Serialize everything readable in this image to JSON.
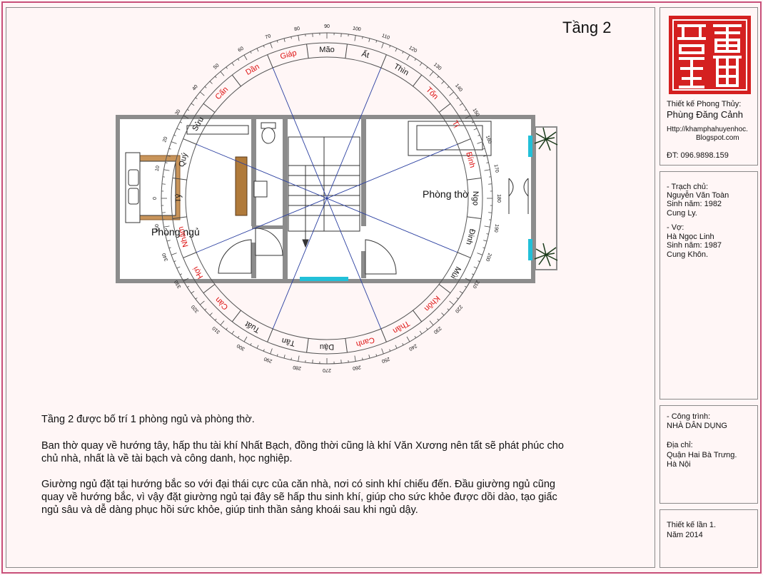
{
  "floor_title": "Tầng 2",
  "designer": {
    "label": "Thiết kế Phong Thủy:",
    "name": "Phùng Đăng Cảnh",
    "url_line1": "Http://khamphahuyenhoc.",
    "url_line2": "Blogspot.com",
    "phone": "ĐT: 096.9898.159"
  },
  "owner": {
    "owner_label": "- Trạch chủ:",
    "owner_name": "Nguyễn Văn Toàn",
    "owner_birth": "Sinh năm: 1982",
    "owner_palace": "Cung Ly.",
    "wife_label": "- Vợ:",
    "wife_name": "Hà Ngọc Linh",
    "wife_birth": "Sinh năm: 1987",
    "wife_palace": "Cung Khôn."
  },
  "project": {
    "label": "- Công trình:",
    "name": "NHÀ DÂN DỤNG",
    "address_label": "Địa chỉ:",
    "address_line1": "Quận Hai Bà Trưng.",
    "address_line2": "Hà Nội"
  },
  "design": {
    "version": "Thiết kế lần 1.",
    "year": "Năm 2014"
  },
  "rooms": {
    "bedroom": "Phòng ngủ",
    "altar_room": "Phòng thờ"
  },
  "compass": {
    "mountains": [
      "Mão",
      "Ất",
      "Thìn",
      "Tốn",
      "Tị",
      "Bính",
      "Ngọ",
      "Đinh",
      "Mùi",
      "Khôn",
      "Thân",
      "Canh",
      "Dậu",
      "Tân",
      "Tuất",
      "Càn",
      "Hợi",
      "Nhâm",
      "Tý",
      "Quý",
      "Sửu",
      "Cấn",
      "Dần",
      "Giáp"
    ],
    "mountain_colors": [
      "#111111",
      "#111111",
      "#111111",
      "#dd1111",
      "#dd1111",
      "#dd1111",
      "#111111",
      "#111111",
      "#111111",
      "#dd1111",
      "#dd1111",
      "#dd1111",
      "#111111",
      "#111111",
      "#111111",
      "#dd1111",
      "#dd1111",
      "#dd1111",
      "#111111",
      "#111111",
      "#111111",
      "#dd1111",
      "#dd1111",
      "#dd1111"
    ],
    "degree_labels": [
      "0",
      "10",
      "20",
      "30",
      "40",
      "50",
      "60",
      "70",
      "80",
      "90",
      "100",
      "110",
      "120",
      "130",
      "140",
      "150",
      "160",
      "170",
      "180",
      "190",
      "200",
      "210",
      "220",
      "230",
      "240",
      "250",
      "260",
      "270",
      "280",
      "290",
      "300",
      "310",
      "320",
      "330",
      "340",
      "350"
    ]
  },
  "text": {
    "p1": "Tầng 2 được bố trí 1 phòng ngủ và phòng thờ.",
    "p2_line1": "Ban thờ quay về hướng tây, hấp thu tài khí Nhất Bạch, đồng thời cũng là khí Văn Xương nên tất sẽ phát phúc cho",
    "p2_line2": "chủ nhà, nhất là về tài bạch và công danh, học nghiệp.",
    "p3_line1": "Giường ngủ đặt tại hướng bắc so với đại thái cực của căn nhà, nơi có sinh khí chiếu đến. Đầu giường ngủ cũng",
    "p3_line2": "quay về hướng bắc, vì vậy đặt giường ngủ tại đây sẽ hấp thu sinh khí, giúp cho sức khỏe được dồi dào, tạo giấc",
    "p3_line3": "ngủ sâu và dễ dàng phục hồi sức khỏe, giúp tinh thần sảng khoái sau khi ngủ dậy."
  },
  "colors": {
    "seal_red": "#d42020",
    "frame_pink": "#c8507a",
    "compass_red": "#dd1111",
    "wall_gray": "#8c8c8c",
    "window_cyan": "#22c0d8",
    "axis_blue": "#2a3fa0",
    "wood_brown": "#b07a3a"
  }
}
